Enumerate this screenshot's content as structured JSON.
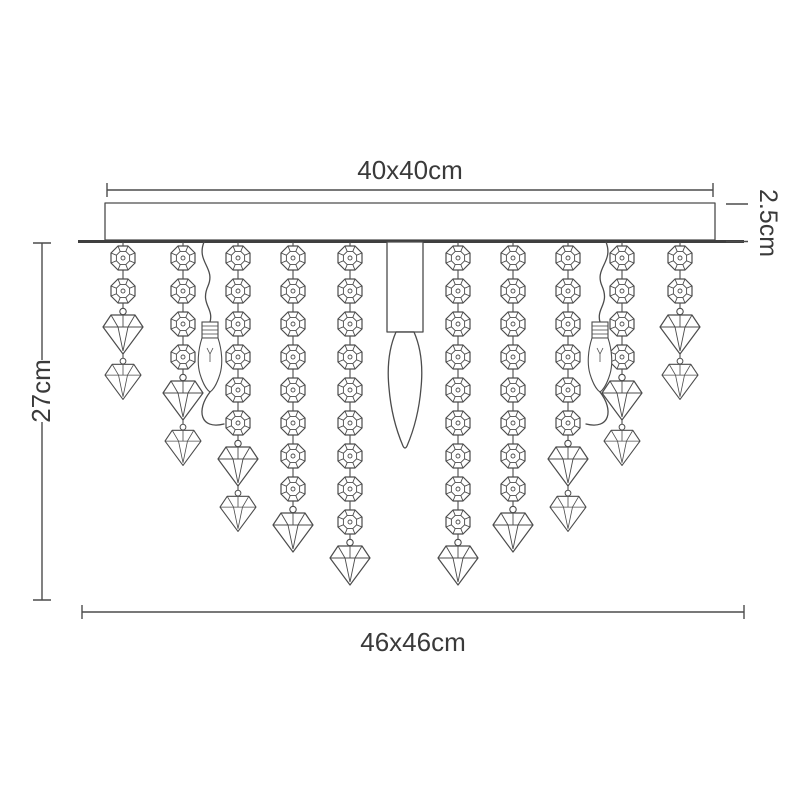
{
  "diagram": {
    "dimensions": {
      "top_label": "40x40cm",
      "right_label": "2.5cm",
      "left_label": "27cm",
      "bottom_label": "46x46cm"
    },
    "colors": {
      "line": "#4c4c4c",
      "text": "#3a3a3a",
      "background": "#ffffff"
    }
  }
}
